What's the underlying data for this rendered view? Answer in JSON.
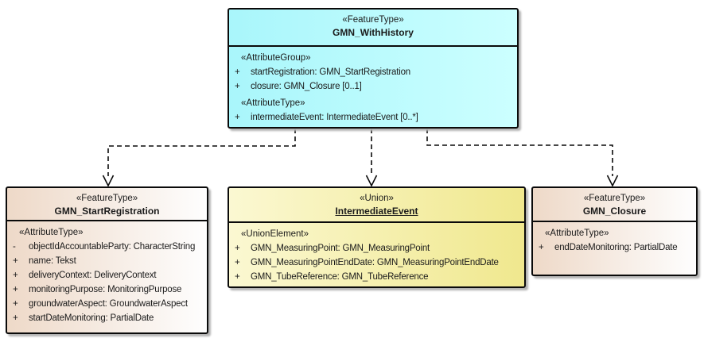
{
  "diagram": {
    "boxes": {
      "withHistory": {
        "stereotype": "«FeatureType»",
        "name": "GMN_WithHistory",
        "group1": "«AttributeGroup»",
        "attrs1": [
          {
            "vis": "+",
            "text": "startRegistration: GMN_StartRegistration"
          },
          {
            "vis": "+",
            "text": "closure: GMN_Closure [0..1]"
          }
        ],
        "group2": "«AttributeType»",
        "attrs2": [
          {
            "vis": "+",
            "text": "intermediateEvent: IntermediateEvent [0..*]"
          }
        ]
      },
      "startRegistration": {
        "stereotype": "«FeatureType»",
        "name": "GMN_StartRegistration",
        "group1": "«AttributeType»",
        "attrs1": [
          {
            "vis": "-",
            "text": "objectIdAccountableParty: CharacterString"
          },
          {
            "vis": "+",
            "text": "name: Tekst"
          },
          {
            "vis": "+",
            "text": "deliveryContext: DeliveryContext"
          },
          {
            "vis": "+",
            "text": "monitoringPurpose: MonitoringPurpose"
          },
          {
            "vis": "+",
            "text": "groundwaterAspect: GroundwaterAspect"
          },
          {
            "vis": "+",
            "text": "startDateMonitoring: PartialDate"
          }
        ]
      },
      "intermediateEvent": {
        "stereotype": "«Union»",
        "name": "IntermediateEvent",
        "group1": "«UnionElement»",
        "attrs1": [
          {
            "vis": "+",
            "text": "GMN_MeasuringPoint: GMN_MeasuringPoint"
          },
          {
            "vis": "+",
            "text": "GMN_MeasuringPointEndDate: GMN_MeasuringPointEndDate"
          },
          {
            "vis": "+",
            "text": "GMN_TubeReference: GMN_TubeReference"
          }
        ]
      },
      "closure": {
        "stereotype": "«FeatureType»",
        "name": "GMN_Closure",
        "group1": "«AttributeType»",
        "attrs1": [
          {
            "vis": "+",
            "text": "endDateMonitoring: PartialDate"
          }
        ]
      }
    },
    "connectors": [
      {
        "from": "GMN_WithHistory",
        "to": "GMN_StartRegistration",
        "style": "dashed-open-arrow"
      },
      {
        "from": "GMN_WithHistory",
        "to": "IntermediateEvent",
        "style": "dashed-open-arrow"
      },
      {
        "from": "GMN_WithHistory",
        "to": "GMN_Closure",
        "style": "dashed-open-arrow"
      }
    ],
    "colors": {
      "featuretype_gradient_left": "#eed9c8",
      "featuretype_gradient_right": "#fefefe",
      "union_gradient_left": "#fbf8d2",
      "union_gradient_right": "#f0e88e",
      "withhistory_gradient_left": "#a9f6fb",
      "withhistory_gradient_right": "#ccffff",
      "line": "#0a0a0a"
    }
  }
}
